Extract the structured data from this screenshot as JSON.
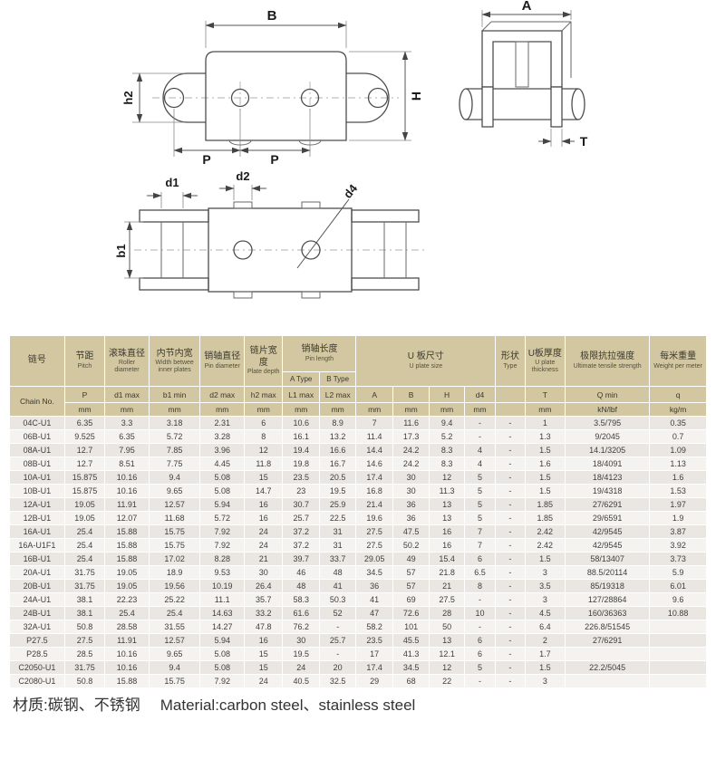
{
  "drawings": {
    "side_view": {
      "b": "B",
      "h2": "h2",
      "h": "H",
      "p1": "P",
      "p2": "P"
    },
    "u_view": {
      "a": "A",
      "t": "T"
    },
    "top_view": {
      "d1": "d1",
      "d2": "d2",
      "d4": "d4",
      "b1": "b1"
    }
  },
  "table": {
    "header": {
      "chain": {
        "cn": "链号",
        "sym": "Chain No."
      },
      "pitch": {
        "cn": "节距",
        "en": "Pitch",
        "sym": "P",
        "unit": "mm"
      },
      "roller": {
        "cn": "滚珠直径",
        "en": "Roller diameter",
        "sym": "d1 max",
        "unit": "mm"
      },
      "inner_width": {
        "cn": "内节内宽",
        "en": "Width betwee inner plates",
        "sym": "b1 min",
        "unit": "mm"
      },
      "pin_dia": {
        "cn": "销轴直径",
        "en": "Pin diameter",
        "sym": "d2 max",
        "unit": "mm"
      },
      "plate_depth": {
        "cn": "链片宽度",
        "en": "Plate depth",
        "sym": "h2 max",
        "unit": "mm"
      },
      "pin_length": {
        "cn": "销轴长度",
        "en": "Pin length",
        "a_type": "A Type",
        "b_type": "B Type",
        "l1": "L1 max",
        "l2": "L2 max",
        "unit": "mm"
      },
      "u_plate": {
        "cn": "U 板尺寸",
        "en": "U plate size",
        "a": "A",
        "b": "B",
        "h": "H",
        "d4": "d4",
        "unit": "mm"
      },
      "shape": {
        "cn": "形状",
        "en": "Type"
      },
      "u_thick": {
        "cn": "U板厚度",
        "en": "U plate thickness",
        "sym": "T",
        "unit": "mm"
      },
      "tensile": {
        "cn": "极限抗拉强度",
        "en": "Ultimate tensile strength",
        "sym": "Q min",
        "unit": "kN/lbf"
      },
      "weight": {
        "cn": "每米重量",
        "en": "Weight per meter",
        "sym": "q",
        "unit": "kg/m"
      }
    },
    "rows": [
      [
        "04C-U1",
        "6.35",
        "3.3",
        "3.18",
        "2.31",
        "6",
        "10.6",
        "8.9",
        "7",
        "11.6",
        "9.4",
        "-",
        "-",
        "1",
        "3.5/795",
        "0.35"
      ],
      [
        "06B-U1",
        "9.525",
        "6.35",
        "5.72",
        "3.28",
        "8",
        "16.1",
        "13.2",
        "11.4",
        "17.3",
        "5.2",
        "-",
        "-",
        "1.3",
        "9/2045",
        "0.7"
      ],
      [
        "08A-U1",
        "12.7",
        "7.95",
        "7.85",
        "3.96",
        "12",
        "19.4",
        "16.6",
        "14.4",
        "24.2",
        "8.3",
        "4",
        "-",
        "1.5",
        "14.1/3205",
        "1.09"
      ],
      [
        "08B-U1",
        "12.7",
        "8.51",
        "7.75",
        "4.45",
        "11.8",
        "19.8",
        "16.7",
        "14.6",
        "24.2",
        "8.3",
        "4",
        "-",
        "1.6",
        "18/4091",
        "1.13"
      ],
      [
        "10A-U1",
        "15.875",
        "10.16",
        "9.4",
        "5.08",
        "15",
        "23.5",
        "20.5",
        "17.4",
        "30",
        "12",
        "5",
        "-",
        "1.5",
        "18/4123",
        "1.6"
      ],
      [
        "10B-U1",
        "15.875",
        "10.16",
        "9.65",
        "5.08",
        "14.7",
        "23",
        "19.5",
        "16.8",
        "30",
        "11.3",
        "5",
        "-",
        "1.5",
        "19/4318",
        "1.53"
      ],
      [
        "12A-U1",
        "19.05",
        "11.91",
        "12.57",
        "5.94",
        "16",
        "30.7",
        "25.9",
        "21.4",
        "36",
        "13",
        "5",
        "-",
        "1.85",
        "27/6291",
        "1.97"
      ],
      [
        "12B-U1",
        "19.05",
        "12.07",
        "11.68",
        "5.72",
        "16",
        "25.7",
        "22.5",
        "19.6",
        "36",
        "13",
        "5",
        "-",
        "1.85",
        "29/6591",
        "1.9"
      ],
      [
        "16A-U1",
        "25.4",
        "15.88",
        "15.75",
        "7.92",
        "24",
        "37.2",
        "31",
        "27.5",
        "47.5",
        "16",
        "7",
        "-",
        "2.42",
        "42/9545",
        "3.87"
      ],
      [
        "16A-U1F1",
        "25.4",
        "15.88",
        "15.75",
        "7.92",
        "24",
        "37.2",
        "31",
        "27.5",
        "50.2",
        "16",
        "7",
        "-",
        "2.42",
        "42/9545",
        "3.92"
      ],
      [
        "16B-U1",
        "25.4",
        "15.88",
        "17.02",
        "8.28",
        "21",
        "39.7",
        "33.7",
        "29.05",
        "49",
        "15.4",
        "6",
        "-",
        "1.5",
        "58/13407",
        "3.73"
      ],
      [
        "20A-U1",
        "31.75",
        "19.05",
        "18.9",
        "9.53",
        "30",
        "46",
        "48",
        "34.5",
        "57",
        "21.8",
        "6.5",
        "-",
        "3",
        "88.5/20114",
        "5.9"
      ],
      [
        "20B-U1",
        "31.75",
        "19.05",
        "19.56",
        "10.19",
        "26.4",
        "48",
        "41",
        "36",
        "57",
        "21",
        "8",
        "-",
        "3.5",
        "85/19318",
        "6.01"
      ],
      [
        "24A-U1",
        "38.1",
        "22.23",
        "25.22",
        "11.1",
        "35.7",
        "58.3",
        "50.3",
        "41",
        "69",
        "27.5",
        "-",
        "-",
        "3",
        "127/28864",
        "9.6"
      ],
      [
        "24B-U1",
        "38.1",
        "25.4",
        "25.4",
        "14.63",
        "33.2",
        "61.6",
        "52",
        "47",
        "72.6",
        "28",
        "10",
        "-",
        "4.5",
        "160/36363",
        "10.88"
      ],
      [
        "32A-U1",
        "50.8",
        "28.58",
        "31.55",
        "14.27",
        "47.8",
        "76.2",
        "-",
        "58.2",
        "101",
        "50",
        "-",
        "-",
        "6.4",
        "226.8/51545",
        ""
      ],
      [
        "P27.5",
        "27.5",
        "11.91",
        "12.57",
        "5.94",
        "16",
        "30",
        "25.7",
        "23.5",
        "45.5",
        "13",
        "6",
        "-",
        "2",
        "27/6291",
        ""
      ],
      [
        "P28.5",
        "28.5",
        "10.16",
        "9.65",
        "5.08",
        "15",
        "19.5",
        "-",
        "17",
        "41.3",
        "12.1",
        "6",
        "-",
        "1.7",
        "",
        ""
      ],
      [
        "C2050-U1",
        "31.75",
        "10.16",
        "9.4",
        "5.08",
        "15",
        "24",
        "20",
        "17.4",
        "34.5",
        "12",
        "5",
        "-",
        "1.5",
        "22.2/5045",
        ""
      ],
      [
        "C2080-U1",
        "50.8",
        "15.88",
        "15.75",
        "7.92",
        "24",
        "40.5",
        "32.5",
        "29",
        "68",
        "22",
        "-",
        "-",
        "3",
        "",
        ""
      ]
    ]
  },
  "footer": {
    "material_cn": "材质:碳钢、不锈钢",
    "material_en": "Material:carbon steel、stainless steel"
  }
}
